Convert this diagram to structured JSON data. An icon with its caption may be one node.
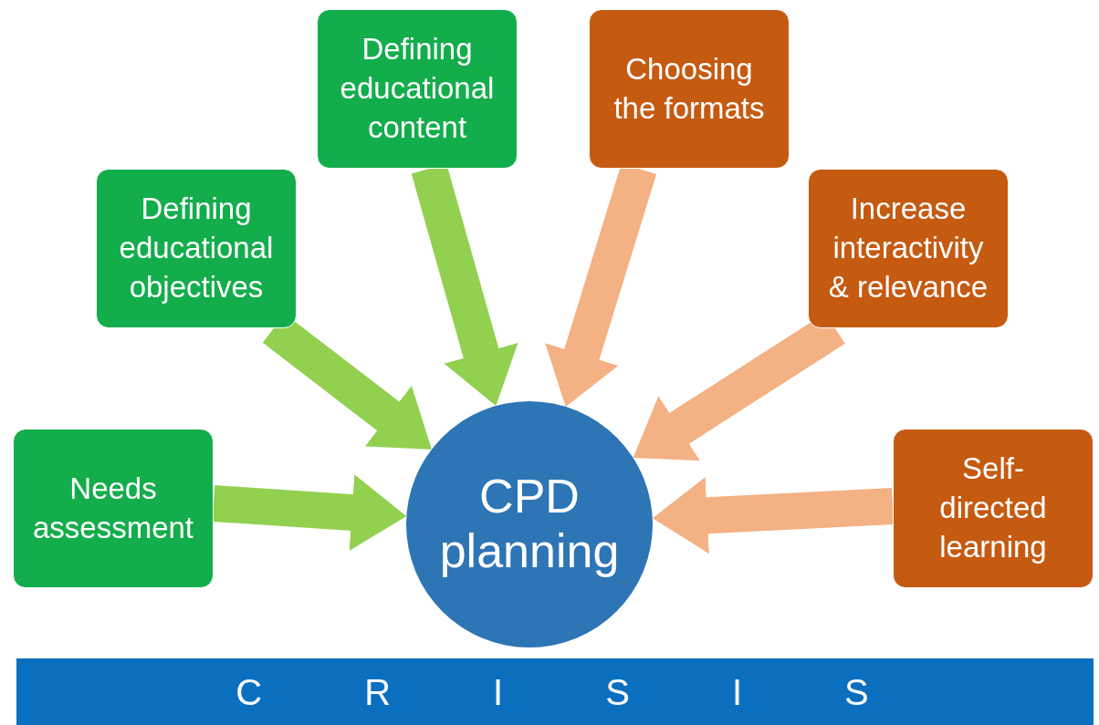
{
  "diagram": {
    "nodes": [
      {
        "text": [
          "Needs assessment"
        ]
      },
      {
        "text": [
          "Defining educational objectives"
        ]
      },
      {
        "text": [
          "Defining educational content"
        ]
      },
      {
        "text": [
          "Choosing the formats"
        ]
      },
      {
        "text": [
          "Increase interactivity & relevance"
        ]
      },
      {
        "text": [
          "Self-directed learning"
        ]
      },
      {
        "text": [
          "CPD planning"
        ]
      },
      {
        "text": [
          "CRISIS"
        ]
      }
    ],
    "edges": [
      {
        "from": 0,
        "to": 6,
        "arrow": "to",
        "color": "#92d050"
      },
      {
        "from": 1,
        "to": 6,
        "arrow": "to",
        "color": "#92d050"
      },
      {
        "from": 2,
        "to": 6,
        "arrow": "to",
        "color": "#92d050"
      },
      {
        "from": 3,
        "to": 6,
        "arrow": "to",
        "color": "#f4b183"
      },
      {
        "from": 4,
        "to": 6,
        "arrow": "to",
        "color": "#f4b183"
      },
      {
        "from": 5,
        "to": 6,
        "arrow": "to",
        "color": "#f4b183"
      }
    ]
  }
}
